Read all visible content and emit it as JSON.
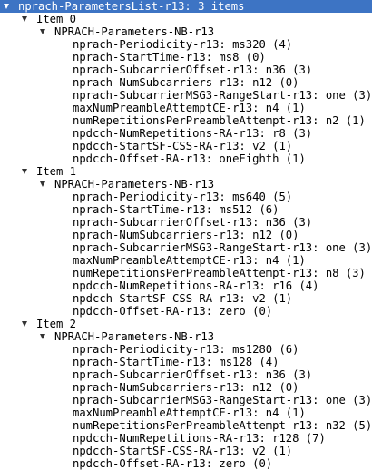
{
  "tree": {
    "root": {
      "label": "nprach-ParametersList-r13: 3 items"
    },
    "items": [
      {
        "label": "Item 0",
        "child": "NPRACH-Parameters-NB-r13",
        "fields": [
          "nprach-Periodicity-r13: ms320 (4)",
          "nprach-StartTime-r13: ms8 (0)",
          "nprach-SubcarrierOffset-r13: n36 (3)",
          "nprach-NumSubcarriers-r13: n12 (0)",
          "nprach-SubcarrierMSG3-RangeStart-r13: one (3)",
          "maxNumPreambleAttemptCE-r13: n4 (1)",
          "numRepetitionsPerPreambleAttempt-r13: n2 (1)",
          "npdcch-NumRepetitions-RA-r13: r8 (3)",
          "npdcch-StartSF-CSS-RA-r13: v2 (1)",
          "npdcch-Offset-RA-r13: oneEighth (1)"
        ]
      },
      {
        "label": "Item 1",
        "child": "NPRACH-Parameters-NB-r13",
        "fields": [
          "nprach-Periodicity-r13: ms640 (5)",
          "nprach-StartTime-r13: ms512 (6)",
          "nprach-SubcarrierOffset-r13: n36 (3)",
          "nprach-NumSubcarriers-r13: n12 (0)",
          "nprach-SubcarrierMSG3-RangeStart-r13: one (3)",
          "maxNumPreambleAttemptCE-r13: n4 (1)",
          "numRepetitionsPerPreambleAttempt-r13: n8 (3)",
          "npdcch-NumRepetitions-RA-r13: r16 (4)",
          "npdcch-StartSF-CSS-RA-r13: v2 (1)",
          "npdcch-Offset-RA-r13: zero (0)"
        ]
      },
      {
        "label": "Item 2",
        "child": "NPRACH-Parameters-NB-r13",
        "fields": [
          "nprach-Periodicity-r13: ms1280 (6)",
          "nprach-StartTime-r13: ms128 (4)",
          "nprach-SubcarrierOffset-r13: n36 (3)",
          "nprach-NumSubcarriers-r13: n12 (0)",
          "nprach-SubcarrierMSG3-RangeStart-r13: one (3)",
          "maxNumPreambleAttemptCE-r13: n4 (1)",
          "numRepetitionsPerPreambleAttempt-r13: n32 (5)",
          "npdcch-NumRepetitions-RA-r13: r128 (7)",
          "npdcch-StartSF-CSS-RA-r13: v2 (1)",
          "npdcch-Offset-RA-r13: zero (0)"
        ]
      }
    ]
  },
  "colors": {
    "selection": "#3d74c4",
    "text": "#000000",
    "selected_text": "#ffffff"
  }
}
